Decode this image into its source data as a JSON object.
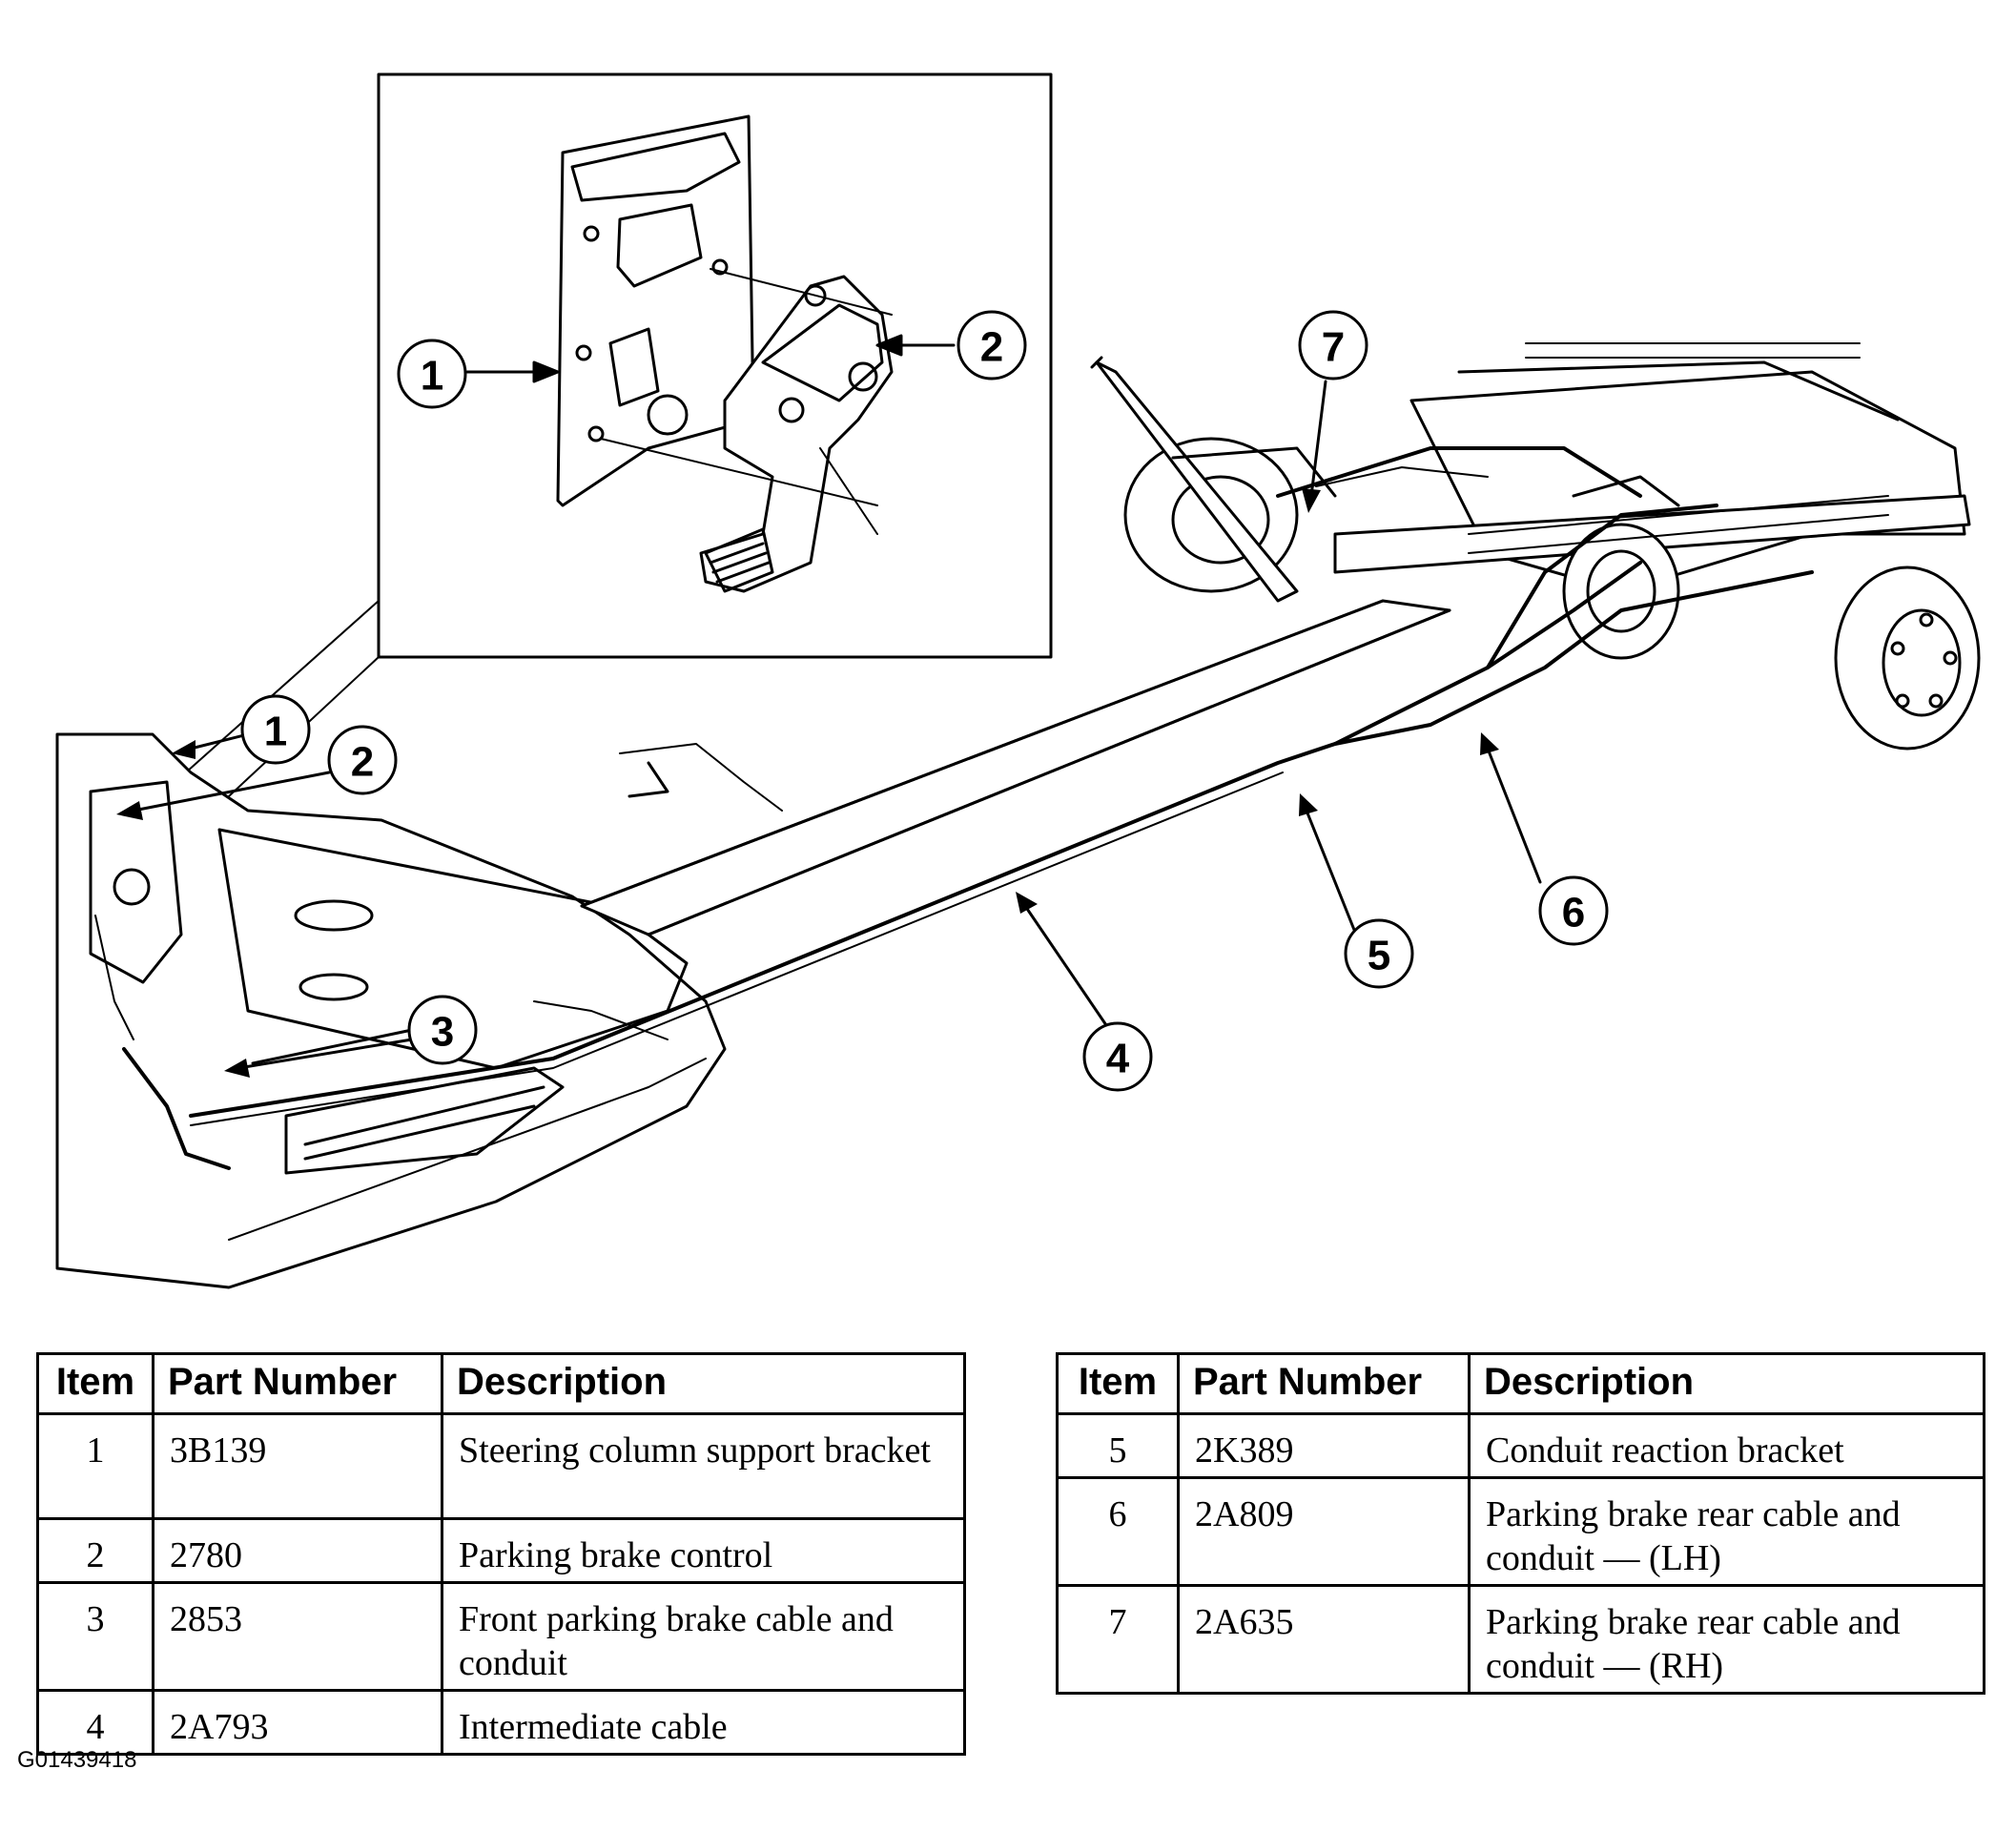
{
  "callouts": [
    "1",
    "2",
    "1",
    "2",
    "3",
    "4",
    "5",
    "6",
    "7"
  ],
  "tables": {
    "headers": {
      "item": "Item",
      "part_number": "Part Number",
      "description": "Description"
    },
    "left": [
      {
        "item": "1",
        "part": "3B139",
        "desc": "Steering column support bracket"
      },
      {
        "item": "2",
        "part": "2780",
        "desc": "Parking brake control"
      },
      {
        "item": "3",
        "part": "2853",
        "desc": "Front parking brake cable and conduit"
      },
      {
        "item": "4",
        "part": "2A793",
        "desc": "Intermediate cable"
      }
    ],
    "right": [
      {
        "item": "5",
        "part": "2K389",
        "desc": "Conduit reaction bracket"
      },
      {
        "item": "6",
        "part": "2A809",
        "desc": "Parking brake rear cable and conduit — (LH)"
      },
      {
        "item": "7",
        "part": "2A635",
        "desc": "Parking brake rear cable and conduit — (RH)"
      }
    ]
  },
  "figure_id": "G01439418"
}
